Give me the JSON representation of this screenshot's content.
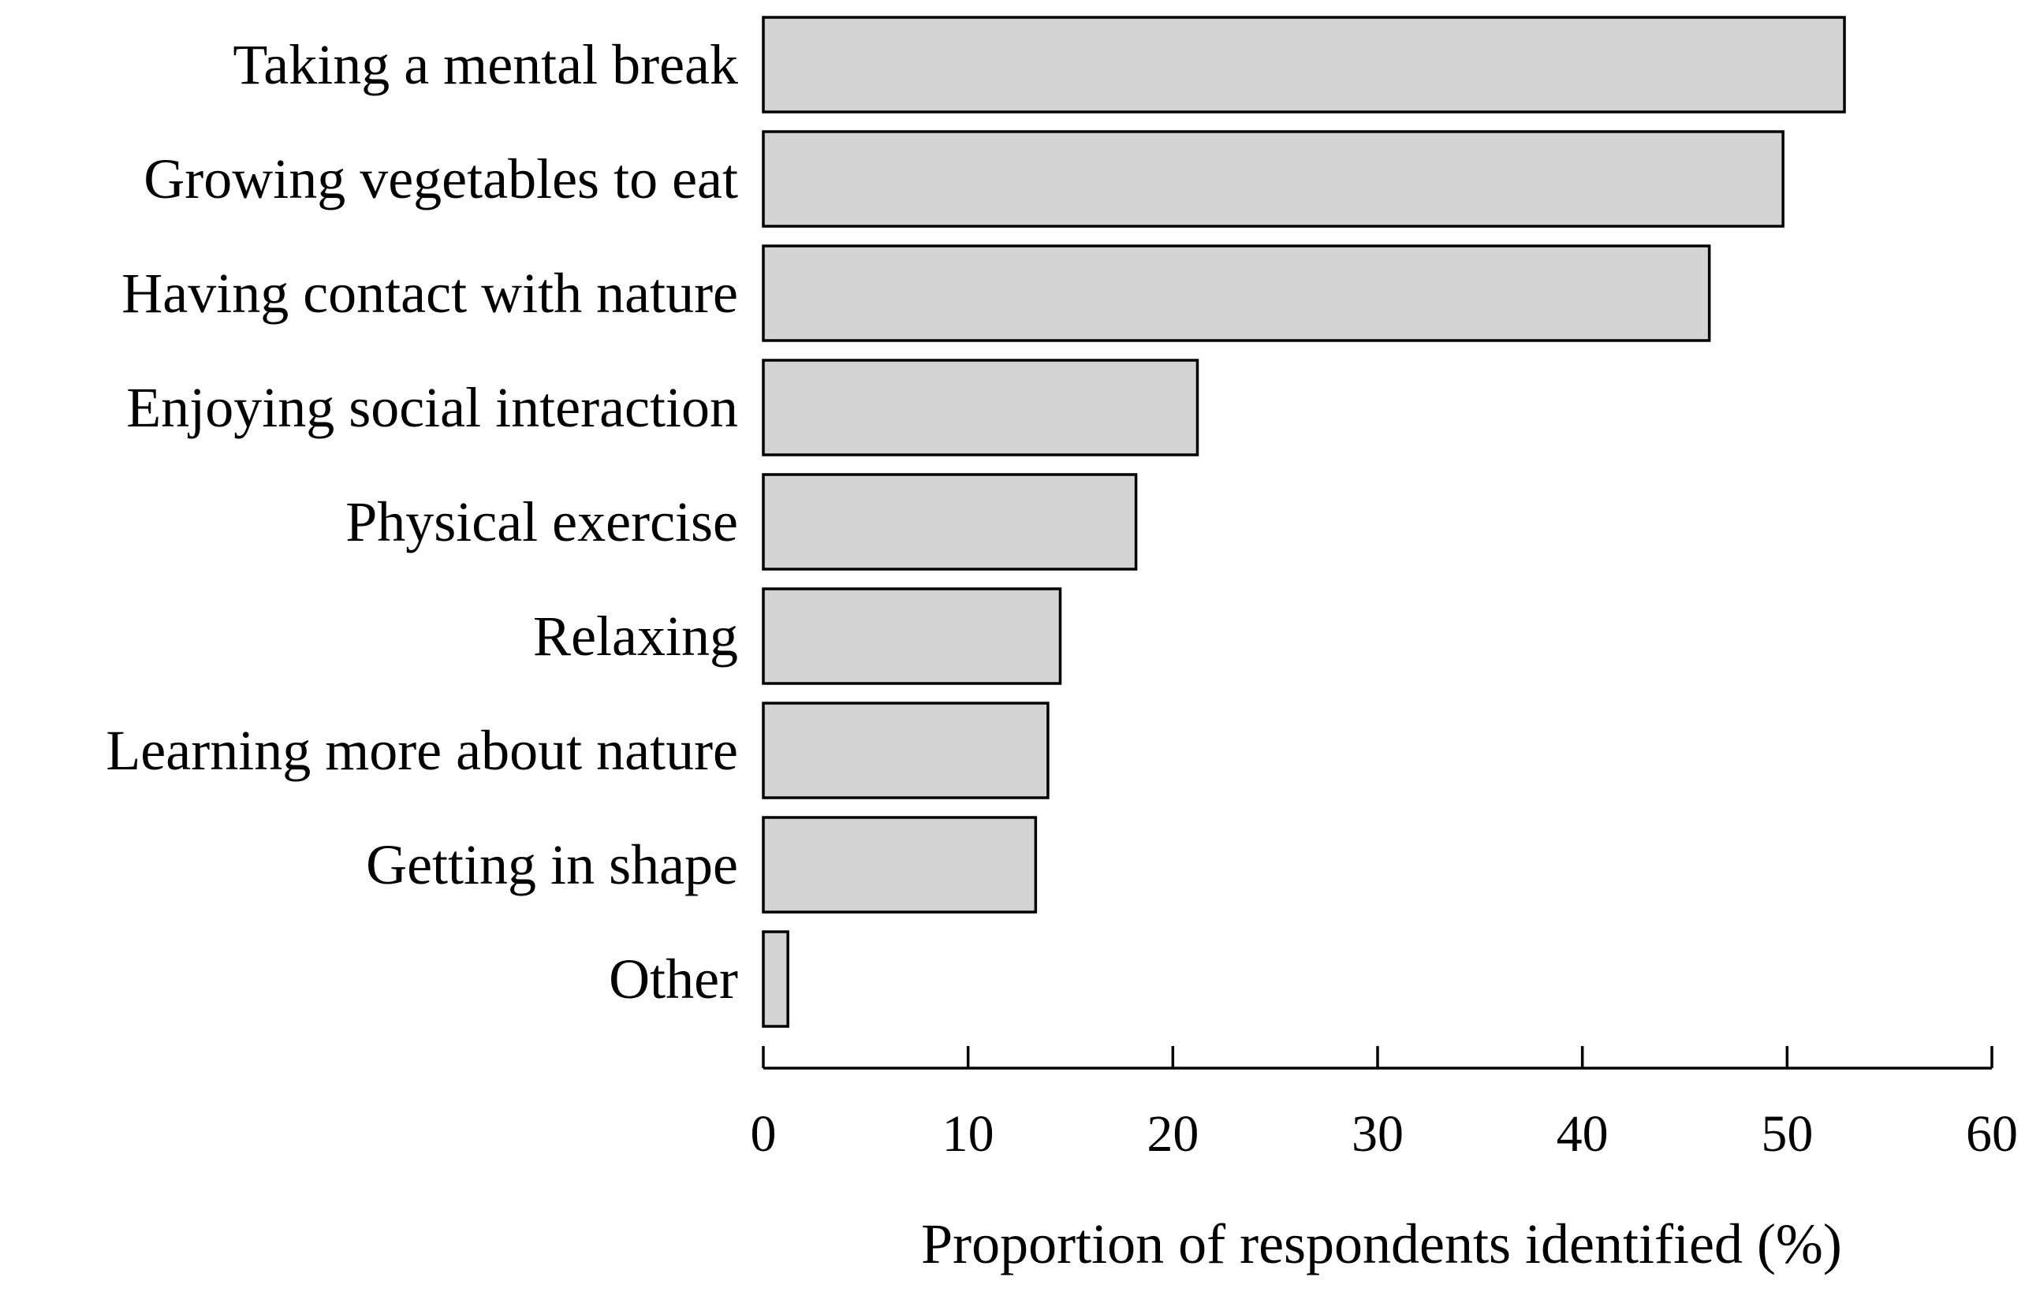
{
  "chart_data": {
    "type": "bar",
    "orientation": "horizontal",
    "categories": [
      "Taking a mental break",
      "Growing vegetables to eat",
      "Having contact with nature",
      "Enjoying social interaction",
      "Physical exercise",
      "Relaxing",
      "Learning more about nature",
      "Getting in shape",
      "Other"
    ],
    "values": [
      52.8,
      49.8,
      46.2,
      21.2,
      18.2,
      14.5,
      13.9,
      13.3,
      1.2
    ],
    "title": "",
    "xlabel": "Proportion of respondents identified (%)",
    "ylabel": "",
    "xlim": [
      0,
      60
    ],
    "xticks": [
      "0",
      "10",
      "20",
      "30",
      "40",
      "50",
      "60"
    ],
    "bar_color": "#d3d3d3",
    "grid": false,
    "legend": "none"
  }
}
